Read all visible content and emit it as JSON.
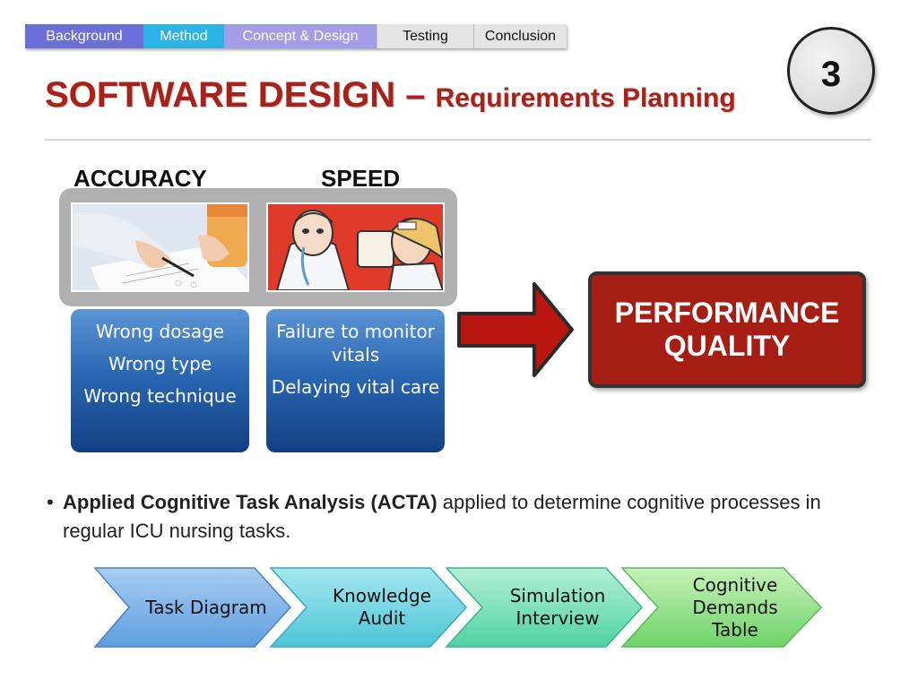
{
  "nav": {
    "tabs": [
      {
        "label": "Background"
      },
      {
        "label": "Method"
      },
      {
        "label": "Concept & Design"
      },
      {
        "label": "Testing"
      },
      {
        "label": "Conclusion"
      }
    ]
  },
  "page_number": "3",
  "title": {
    "main": "SOFTWARE DESIGN – ",
    "sub": "Requirements Planning"
  },
  "columns": {
    "accuracy": {
      "label": "ACCURACY",
      "items": [
        "Wrong dosage",
        "Wrong type",
        "Wrong technique"
      ]
    },
    "speed": {
      "label": "SPEED",
      "items": [
        "Failure to monitor vitals",
        "Delaying vital care"
      ]
    }
  },
  "outcome": {
    "line1": "PERFORMANCE",
    "line2": "QUALITY"
  },
  "bullet": {
    "dot": "•",
    "bold": "Applied Cognitive Task Analysis (ACTA)",
    "rest": " applied to determine cognitive processes in regular ICU nursing tasks."
  },
  "process": {
    "steps": [
      {
        "label": "Task Diagram"
      },
      {
        "label": "Knowledge Audit"
      },
      {
        "label": "Simulation Interview"
      },
      {
        "label": "Cognitive Demands Table"
      }
    ]
  },
  "colors": {
    "title_red": "#a8221c",
    "outcome_red": "#a61d14",
    "card_blue": "#2a67b3"
  }
}
